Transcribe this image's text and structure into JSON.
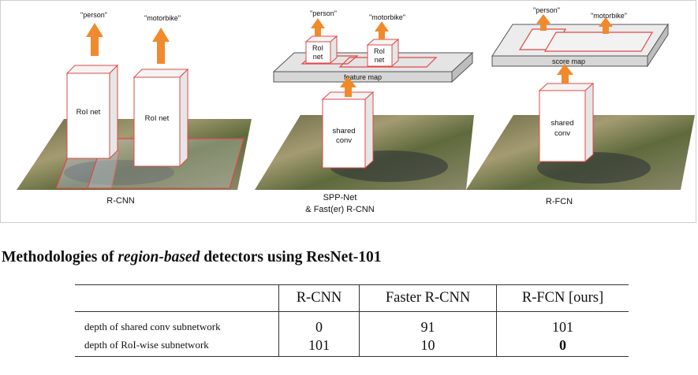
{
  "figure": {
    "rcnn": {
      "label_person": "\"person\"",
      "label_motorbike": "\"motorbike\"",
      "roi_left": "RoI net",
      "roi_right": "RoI net",
      "caption": "R-CNN"
    },
    "spp": {
      "label_person": "\"person\"",
      "label_motorbike": "\"motorbike\"",
      "roi_line1": "RoI",
      "roi_line2": "net",
      "feature_map": "feature map",
      "conv_line1": "shared",
      "conv_line2": "conv",
      "caption_line1": "SPP-Net",
      "caption_line2": "& Fast(er) R-CNN"
    },
    "rfcn": {
      "label_person": "\"person\"",
      "label_motorbike": "\"motorbike\"",
      "score_map": "score map",
      "conv_line1": "shared",
      "conv_line2": "conv",
      "caption": "R-FCN"
    },
    "colors": {
      "arrow": "#f08a2c",
      "roi_outline": "#e04848",
      "box_fill": "#ffffff",
      "map_fill": "#e4e4e4"
    }
  },
  "section": {
    "title_part1": "Methodologies of ",
    "title_em": "region-based",
    "title_part2": " detectors using ResNet-101"
  },
  "table": {
    "headers": [
      "R-CNN",
      "Faster R-CNN",
      "R-FCN [ours]"
    ],
    "rows": [
      {
        "label": "depth of shared conv subnetwork",
        "values": [
          "0",
          "91",
          "101"
        ]
      },
      {
        "label": "depth of RoI-wise subnetwork",
        "values": [
          "101",
          "10",
          "0"
        ]
      }
    ]
  }
}
